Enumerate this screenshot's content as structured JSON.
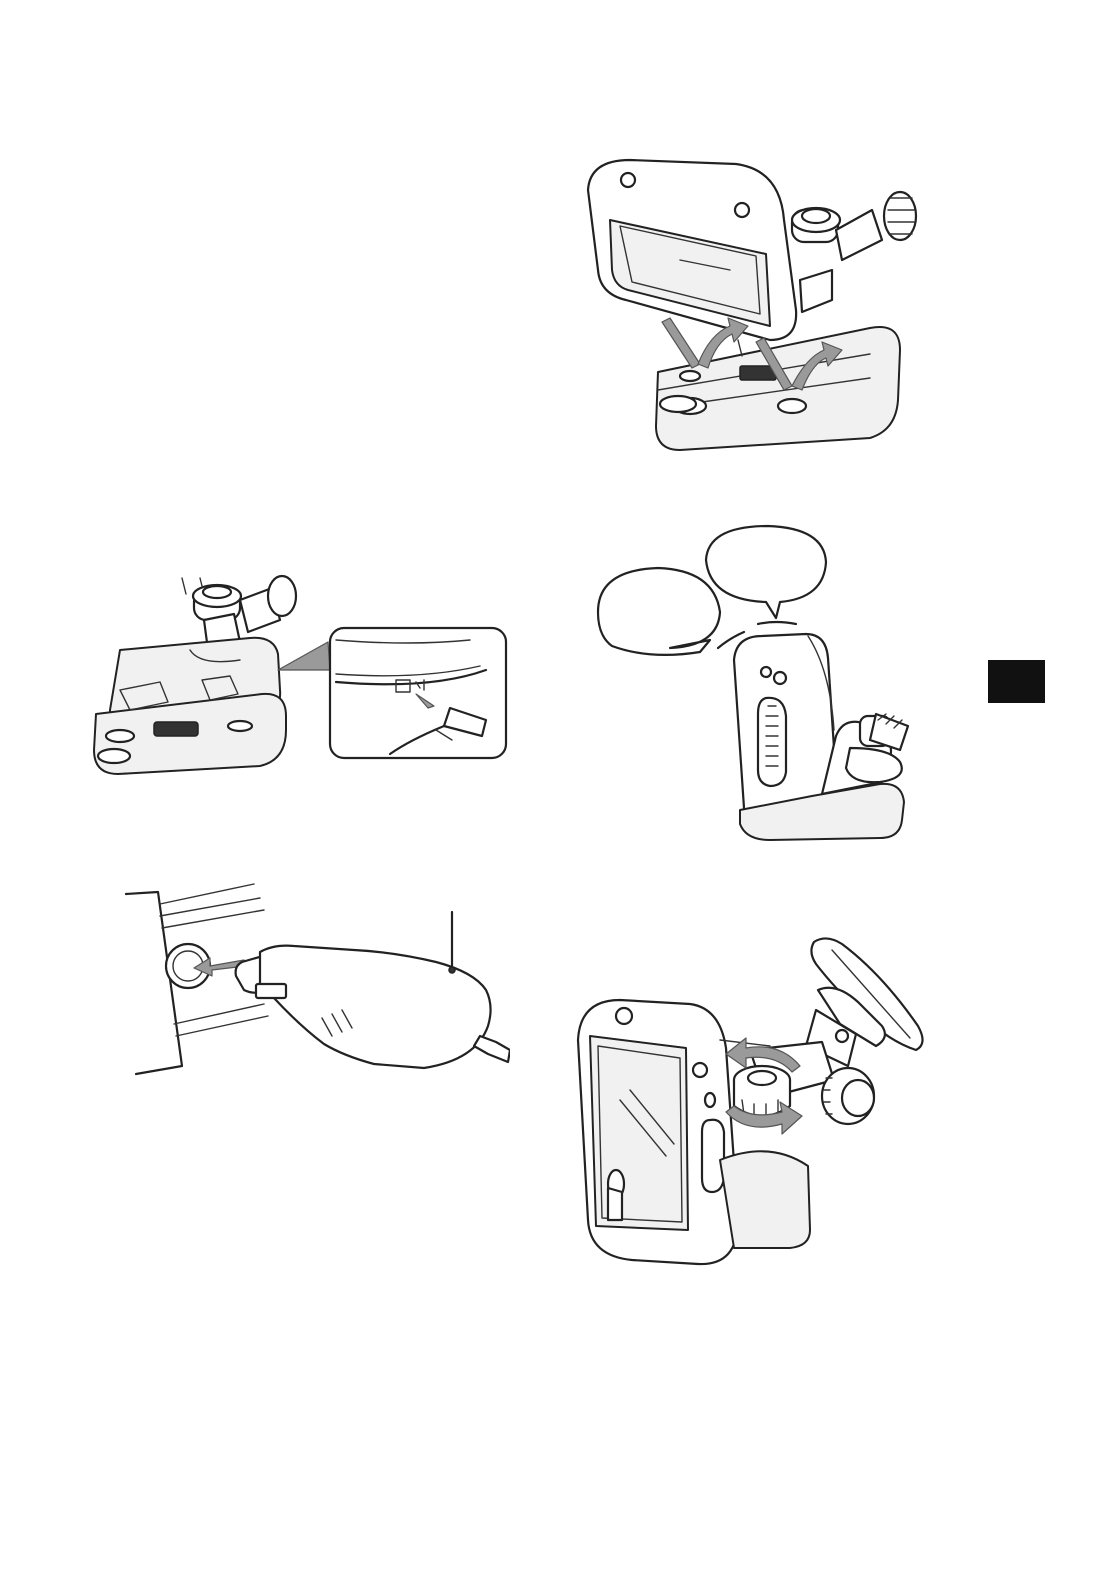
{
  "page": {
    "background": "#ffffff",
    "ink_color": "#222222",
    "arrow_color": "#9a9a9a"
  },
  "figures": [
    {
      "id": "attach-unit-to-cradle",
      "icon": "nav-unit-on-cradle-illustration"
    },
    {
      "id": "power-jack-on-cradle",
      "icon": "cradle-power-jack-illustration"
    },
    {
      "id": "unit-callouts",
      "icon": "unit-side-view-with-callouts"
    },
    {
      "id": "car-adapter-into-socket",
      "icon": "cigarette-lighter-adapter-illustration"
    },
    {
      "id": "adjust-knob",
      "icon": "knob-rotation-illustration"
    }
  ],
  "side_tab": {
    "color": "#111111"
  }
}
